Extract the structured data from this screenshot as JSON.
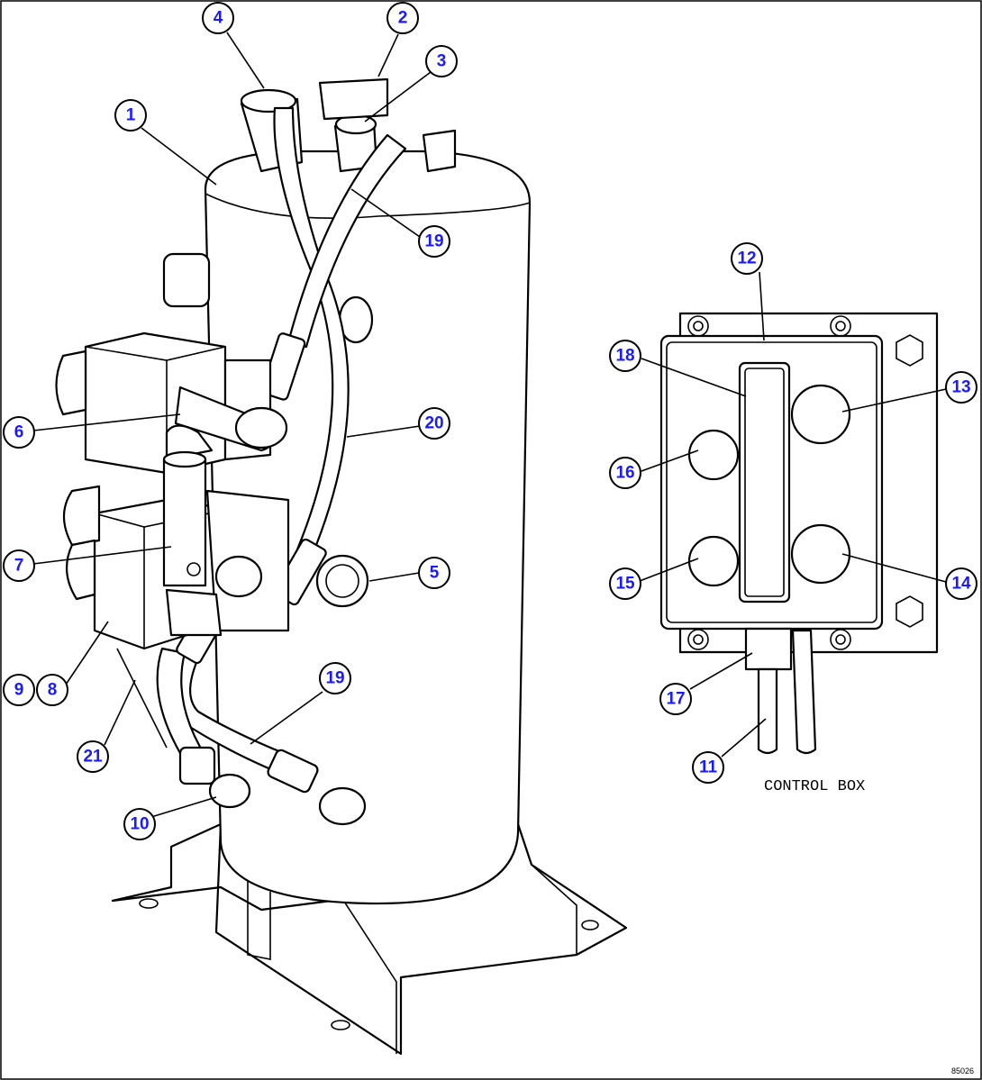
{
  "diagram": {
    "control_box_label": "CONTROL BOX",
    "figure_number": "85026",
    "callouts": [
      "1",
      "2",
      "3",
      "4",
      "5",
      "6",
      "7",
      "8",
      "9",
      "10",
      "11",
      "12",
      "13",
      "14",
      "15",
      "16",
      "17",
      "18",
      "19",
      "19",
      "20",
      "21"
    ],
    "colors": {
      "callout_text": "#1a1aff",
      "line": "#000000",
      "background": "#ffffff"
    }
  }
}
